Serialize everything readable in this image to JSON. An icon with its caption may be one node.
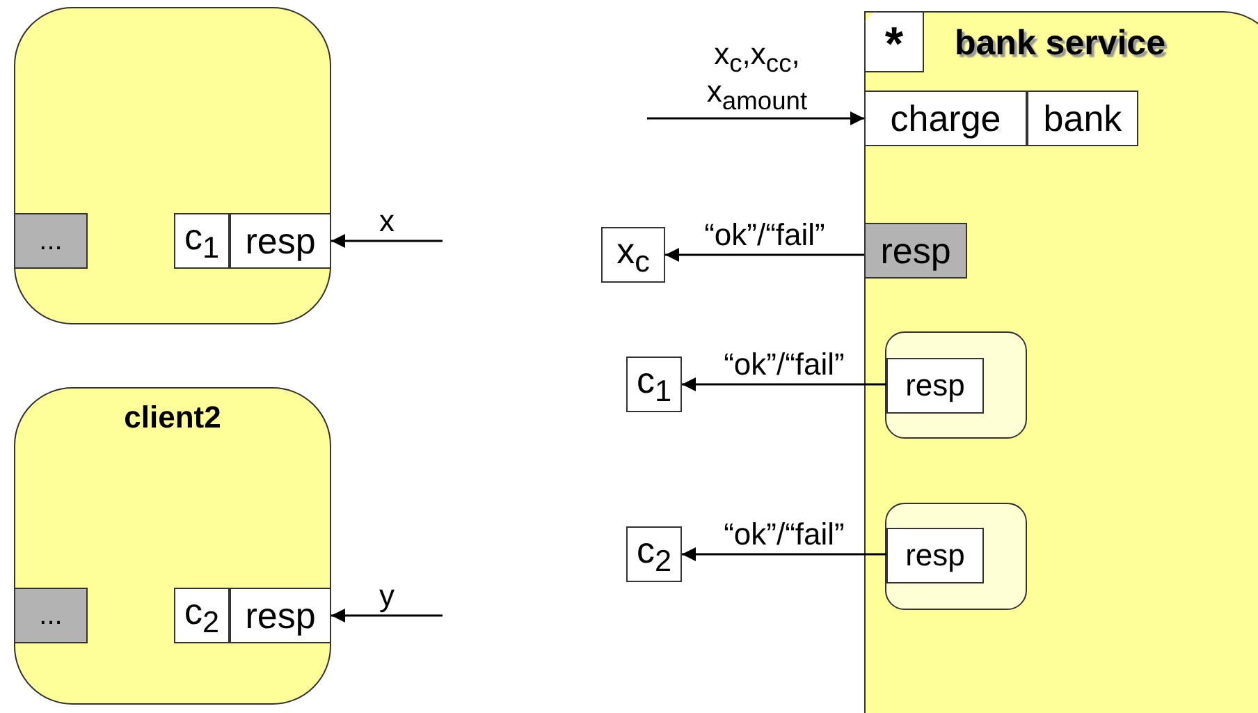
{
  "diagram": {
    "nodes": [
      {
        "text": [],
        "shape": "box"
      },
      {
        "text": [
          "..."
        ],
        "in": 0
      },
      {
        "text": [
          "c$_{1}$"
        ],
        "in": 0
      },
      {
        "text": [
          "resp"
        ],
        "in": 0
      },
      {
        "text": [
          "client2"
        ]
      },
      {
        "text": [
          "..."
        ],
        "in": 4
      },
      {
        "text": [
          "c$_{2}$"
        ],
        "in": 4
      },
      {
        "text": [
          "resp"
        ],
        "in": 4
      },
      {
        "text": [
          "bank service"
        ]
      },
      {
        "text": [
          "*"
        ],
        "in": 8
      },
      {
        "text": [
          "charge"
        ],
        "in": 8
      },
      {
        "text": [
          "bank"
        ],
        "in": 8
      },
      {
        "text": [
          "resp"
        ],
        "in": 8
      },
      {
        "text": [],
        "shape": "box",
        "in": 8
      },
      {
        "text": [
          "resp"
        ],
        "in": 13
      },
      {
        "text": [],
        "shape": "box",
        "in": 8
      },
      {
        "text": [
          "resp"
        ],
        "in": 15
      },
      {
        "text": [
          "x$_{c}$"
        ]
      },
      {
        "text": [
          "c$_{1}$"
        ]
      },
      {
        "text": [
          "c$_{2}$"
        ]
      }
    ],
    "edges": [
      {
        "from": null,
        "to": 3,
        "arrow": "to",
        "label": "x"
      },
      {
        "from": null,
        "to": 7,
        "arrow": "to",
        "label": "y"
      },
      {
        "from": null,
        "to": 10,
        "arrow": "to",
        "label": "x$_{c}$,x$_{cc}$, x$_{amount}$"
      },
      {
        "from": 12,
        "to": 17,
        "arrow": "to",
        "label": "“ok”/“fail”"
      },
      {
        "from": 14,
        "to": 18,
        "arrow": "to",
        "label": "“ok”/“fail”"
      },
      {
        "from": 16,
        "to": 19,
        "arrow": "to",
        "label": "“ok”/“fail”"
      }
    ]
  }
}
